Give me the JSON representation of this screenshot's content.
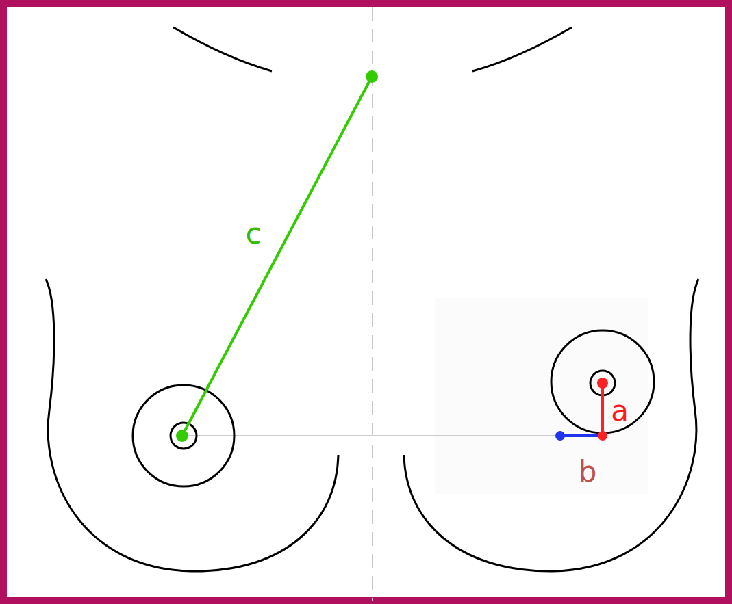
{
  "diagram": {
    "labels": [
      "c",
      "a",
      "b"
    ]
  }
}
